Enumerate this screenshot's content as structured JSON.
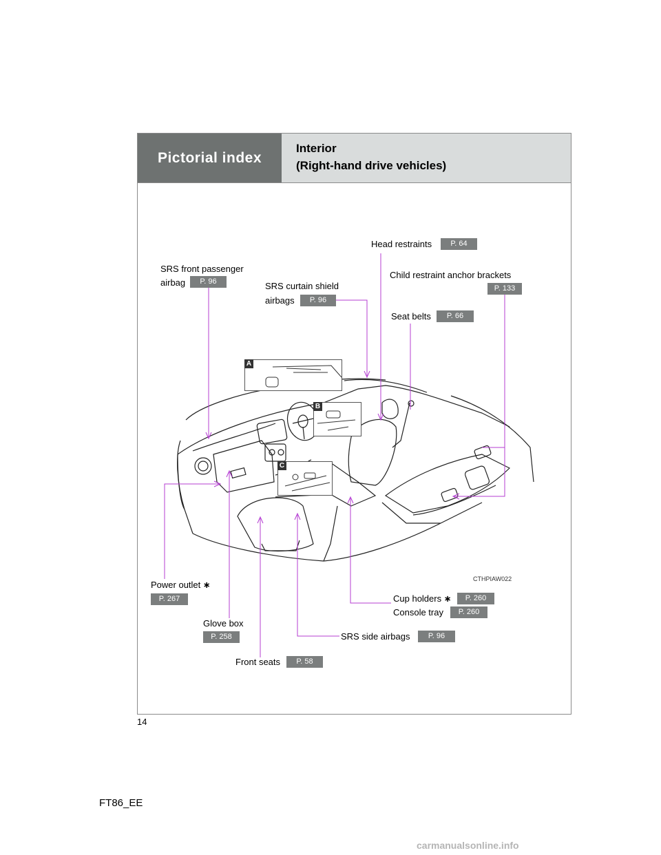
{
  "header": {
    "section": "Pictorial index",
    "title_line1": "Interior",
    "title_line2": "(Right-hand drive vehicles)"
  },
  "callouts": {
    "head_restraints": {
      "label": "Head restraints",
      "page": "P. 64"
    },
    "srs_front_passenger": {
      "label_line1": "SRS front passenger",
      "label_line2": "airbag",
      "page": "P. 96"
    },
    "child_restraint": {
      "label": "Child restraint anchor brackets",
      "page": "P. 133"
    },
    "srs_curtain": {
      "label_line1": "SRS curtain shield",
      "label_line2": "airbags",
      "page": "P. 96"
    },
    "seat_belts": {
      "label": "Seat belts",
      "page": "P. 66"
    },
    "power_outlet": {
      "label": "Power outlet",
      "asterisk": "∗",
      "page": "P. 267"
    },
    "cup_holders": {
      "label": "Cup holders",
      "asterisk": "∗",
      "page": "P. 260"
    },
    "console_tray": {
      "label": "Console tray",
      "page": "P. 260"
    },
    "glove_box": {
      "label": "Glove box",
      "page": "P. 258"
    },
    "srs_side": {
      "label": "SRS side airbags",
      "page": "P. 96"
    },
    "front_seats": {
      "label": "Front seats",
      "page": "P. 58"
    }
  },
  "inset_labels": {
    "a": "A",
    "b": "B",
    "c": "C"
  },
  "illustration_code": "CTHPIAW022",
  "page_number": "14",
  "document_code": "FT86_EE",
  "watermark": "carmanualsonline.info",
  "colors": {
    "callout_line": "#b43cd2",
    "badge": "#7b7e7e",
    "header_dark": "#6e7271",
    "header_light": "#d9dcdc"
  }
}
